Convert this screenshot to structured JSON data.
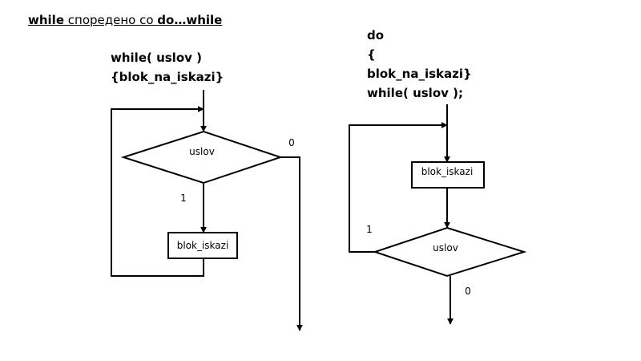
{
  "title": {
    "kw1": "while",
    "middle": " споредено со ",
    "kw2": "do…while"
  },
  "while_code": {
    "line1": "while( uslov )",
    "line2": "{blok_na_iskazi}"
  },
  "do_code": {
    "line1": "do",
    "line2": "{",
    "line3": "blok_na_iskazi}",
    "line4": "while( uslov );"
  },
  "while_chart": {
    "condition": "uslov",
    "block": "blok_iskazi",
    "true_label": "1",
    "false_label": "0"
  },
  "do_chart": {
    "block": "blok_iskazi",
    "condition": "uslov",
    "true_label": "1",
    "false_label": "0"
  }
}
